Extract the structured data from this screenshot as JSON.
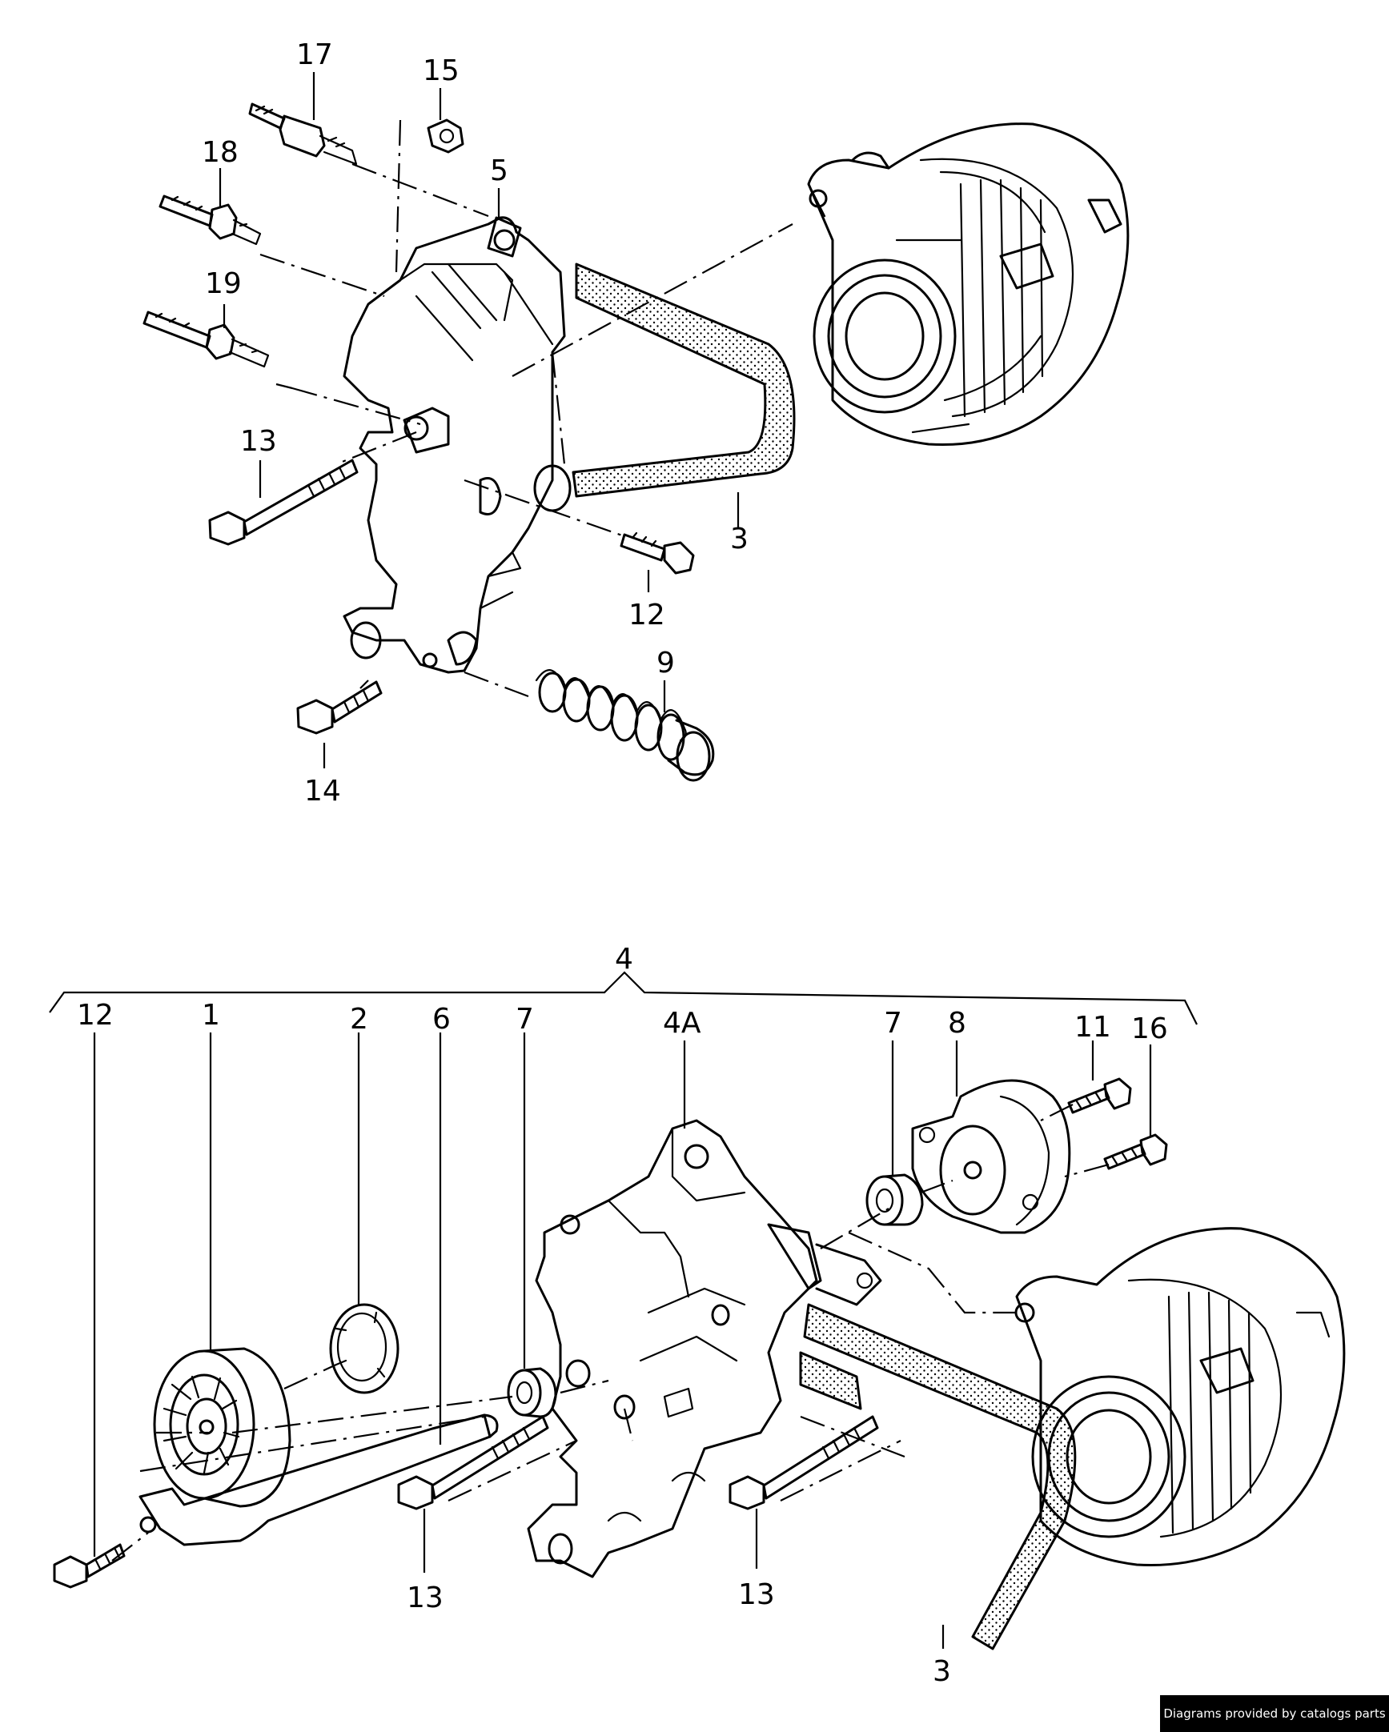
{
  "callouts_upper": {
    "c17": "17",
    "c15": "15",
    "c18": "18",
    "c5": "5",
    "c19": "19",
    "c13": "13",
    "c3": "3",
    "c12": "12",
    "c9": "9",
    "c14": "14"
  },
  "callouts_lower": {
    "c4": "4",
    "c12": "12",
    "c1": "1",
    "c2": "2",
    "c6": "6",
    "c7a": "7",
    "c4a": "4A",
    "c7b": "7",
    "c8": "8",
    "c11": "11",
    "c16": "16",
    "c13a": "13",
    "c13b": "13",
    "c3": "3"
  },
  "credit": "Diagrams provided by catalogs parts"
}
